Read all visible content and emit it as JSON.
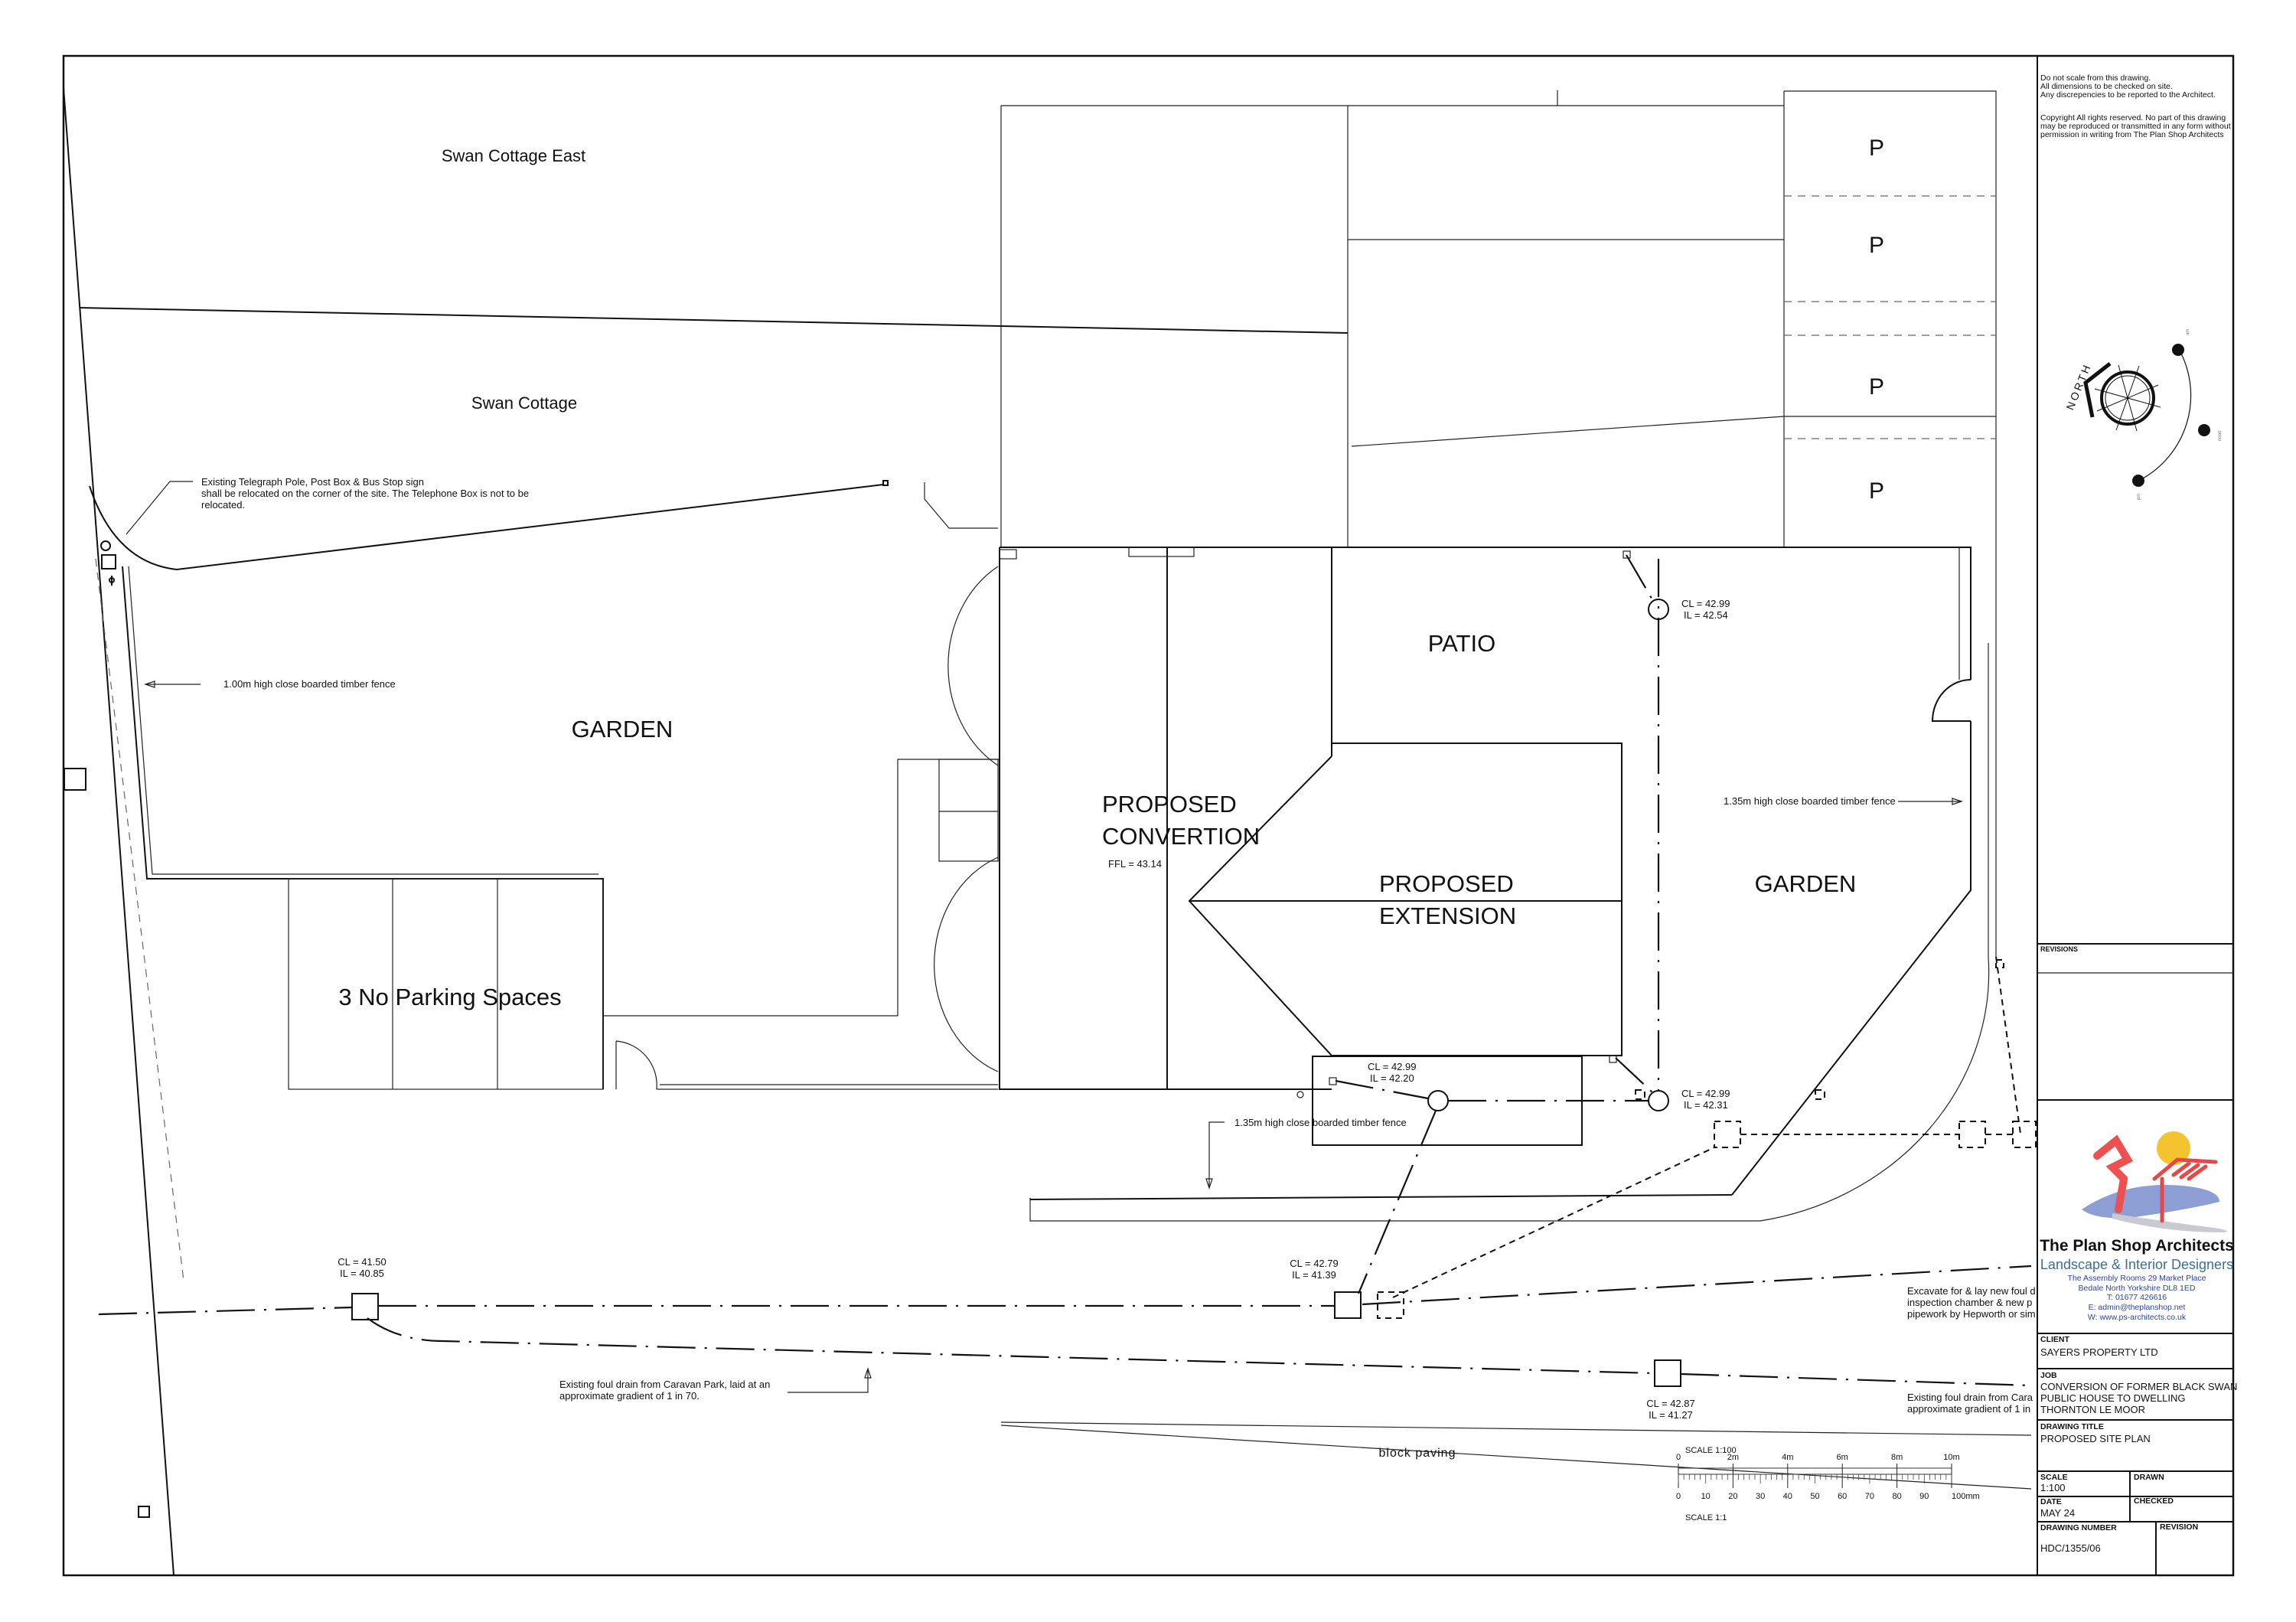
{
  "drawing": {
    "neighbours": {
      "east": "Swan Cottage East",
      "cottage": "Swan Cottage"
    },
    "parking_bays": [
      "P",
      "P",
      "P",
      "P"
    ],
    "areas": {
      "garden_left": "GARDEN",
      "garden_right": "GARDEN",
      "patio": "PATIO",
      "parking": "3 No Parking Spaces",
      "conversion_1": "PROPOSED",
      "conversion_2": "CONVERTION",
      "ffl": "FFL = 43.14",
      "extension_1": "PROPOSED",
      "extension_2": "EXTENSION",
      "block_paving": "block paving"
    },
    "annotations": {
      "telegraph_1": "Existing Telegraph Pole, Post Box & Bus Stop sign",
      "telegraph_2": "shall be relocated on the corner of the site. The Telephone Box is not to be",
      "telegraph_3": "relocated.",
      "fence_left": "1.00m high close boarded timber fence",
      "fence_right": "1.35m high close boarded timber fence",
      "fence_bottom": "1.35m high close boarded timber fence",
      "caravan_1": "Existing foul drain from Caravan Park, laid at an",
      "caravan_2": "approximate gradient of 1 in 70.",
      "excavate_1": "Excavate for & lay new foul d",
      "excavate_2": "inspection chamber & new p",
      "excavate_3": "pipework by Hepworth or sim",
      "existing_right_1": "Existing foul drain from Cara",
      "existing_right_2": "approximate gradient of 1 in"
    },
    "levels": [
      {
        "cl": "CL =  42.99",
        "il": "IL =  42.54"
      },
      {
        "cl": "CL =  42.99",
        "il": "IL =  42.20"
      },
      {
        "cl": "CL =  42.99",
        "il": "IL =  42.31"
      },
      {
        "cl": "CL = 41.50",
        "il": "IL = 40.85"
      },
      {
        "cl": "CL = 42.79",
        "il": "IL = 41.39"
      },
      {
        "cl": "CL = 42.87",
        "il": "IL = 41.27"
      }
    ],
    "north": {
      "label": "NORTH",
      "sun": [
        "am",
        "noon",
        "pm"
      ]
    },
    "scale_bar": {
      "top_title": "SCALE  1:100",
      "top_ticks": [
        "0",
        "2m",
        "4m",
        "6m",
        "8m",
        "10m"
      ],
      "bottom_ticks": [
        "0",
        "10",
        "20",
        "30",
        "40",
        "50",
        "60",
        "70",
        "80",
        "90",
        "100mm"
      ],
      "bottom_title": "SCALE  1:1"
    }
  },
  "title_block": {
    "notes": [
      "Do not scale from this drawing.",
      "All dimensions to be checked on site.",
      "Any discrepencies to be reported to the Architect.",
      "Copyright All rights reserved. No part of this drawing",
      "may be reproduced or transmitted in any form without",
      "permission in writing from The Plan Shop Architects"
    ],
    "revisions_label": "REVISIONS",
    "company": {
      "name": "The Plan Shop Architects",
      "tagline": "Landscape & Interior Designers",
      "address": [
        "The Assembly Rooms 29 Market Place",
        "Bedale North Yorkshire DL8 1ED",
        "T: 01677 426616",
        "E: admin@theplanshop.net",
        "W: www.ps-architects.co.uk"
      ],
      "colors": {
        "name": "#e2662e",
        "tagline": "#3d6f8e",
        "address": "#2b45a0"
      }
    },
    "client_label": "CLIENT",
    "client": "SAYERS PROPERTY LTD",
    "job_label": "JOB",
    "job": [
      "CONVERSION OF FORMER BLACK SWAN",
      "PUBLIC HOUSE TO DWELLING",
      "THORNTON LE MOOR"
    ],
    "title_label": "DRAWING TITLE",
    "title": "PROPOSED SITE PLAN",
    "scale_label": "SCALE",
    "scale": "1:100",
    "drawn_label": "DRAWN",
    "date_label": "DATE",
    "date": "MAY 24",
    "checked_label": "CHECKED",
    "number_label": "DRAWING NUMBER",
    "number": "HDC/1355/06",
    "revision_label": "REVISION"
  }
}
